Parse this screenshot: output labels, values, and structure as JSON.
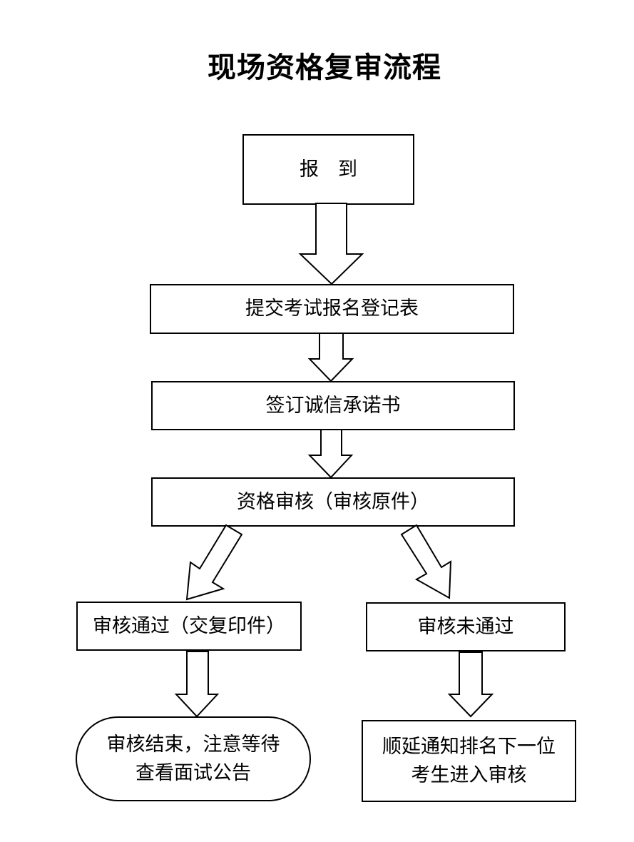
{
  "title": "现场资格复审流程",
  "steps": {
    "report": "报　到",
    "submit": "提交考试报名登记表",
    "sign": "签订诚信承诺书",
    "review": "资格审核（审核原件）",
    "pass": "审核通过（交复印件）",
    "fail": "审核未通过",
    "end_line1": "审核结束，注意等待",
    "end_line2": "查看面试公告",
    "next_line1": "顺延通知排名下一位",
    "next_line2": "考生进入审核"
  },
  "edges": [
    {
      "from": "report",
      "to": "submit"
    },
    {
      "from": "submit",
      "to": "sign"
    },
    {
      "from": "sign",
      "to": "review"
    },
    {
      "from": "review",
      "to": "pass"
    },
    {
      "from": "review",
      "to": "fail"
    },
    {
      "from": "pass",
      "to": "end"
    },
    {
      "from": "fail",
      "to": "next"
    }
  ]
}
